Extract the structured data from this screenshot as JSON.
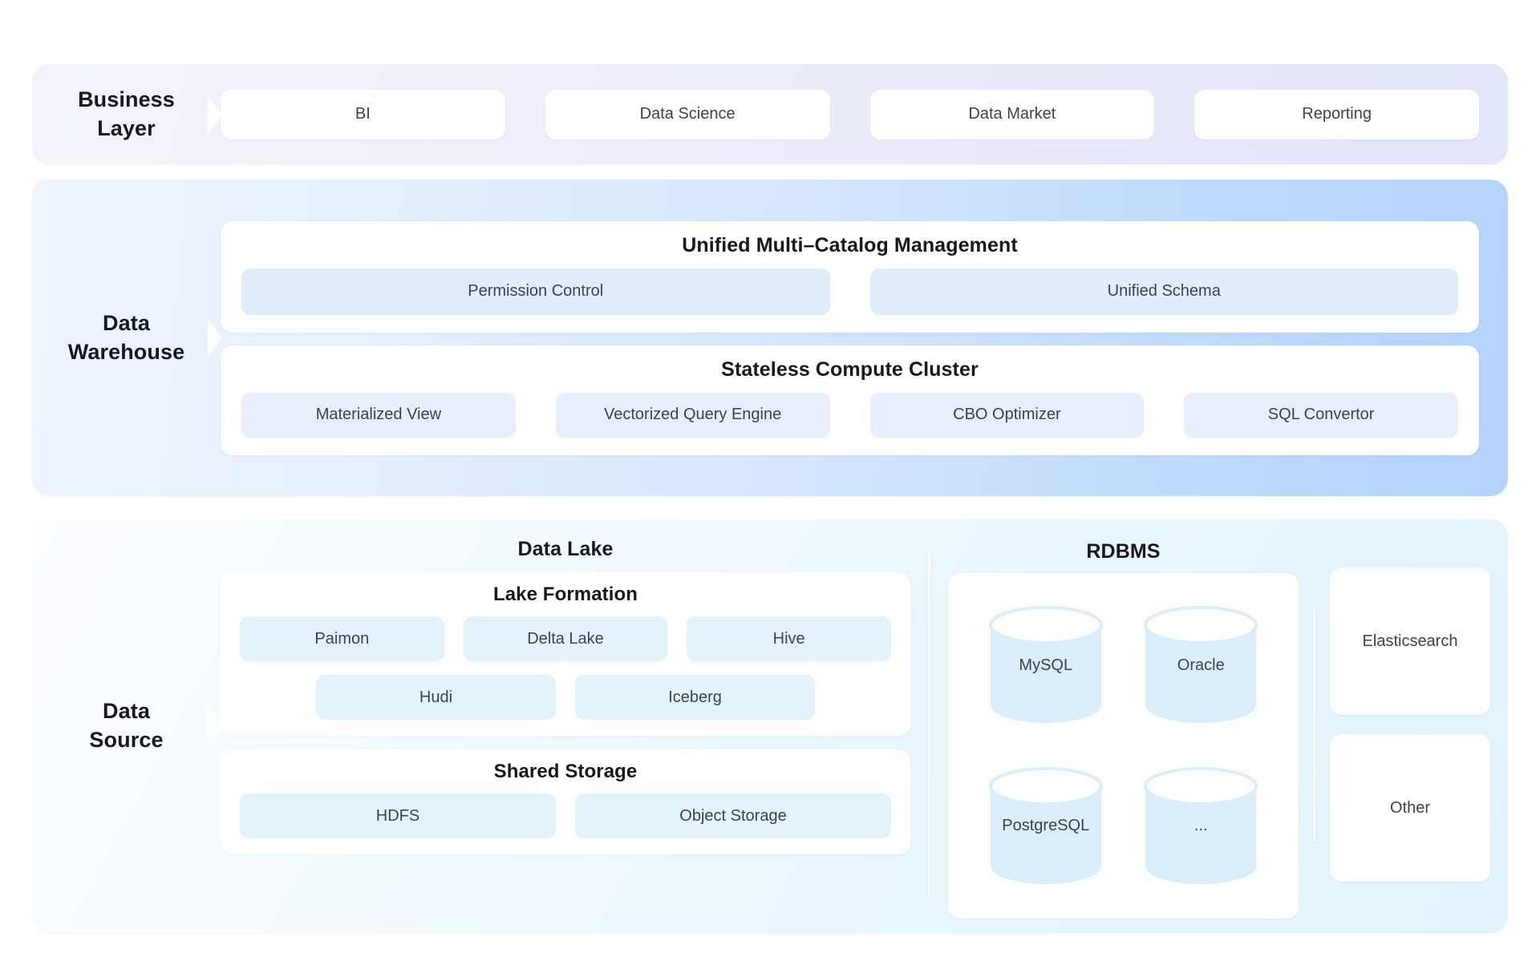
{
  "diagram": {
    "layers": [
      {
        "id": "business",
        "label_line1": "Business",
        "label_line2": "Layer",
        "cards": [
          "BI",
          "Data Science",
          "Data Market",
          "Reporting"
        ]
      },
      {
        "id": "warehouse",
        "label_line1": "Data",
        "label_line2": "Warehouse",
        "panels": [
          {
            "title": "Unified Multi–Catalog Management",
            "chips": [
              "Permission Control",
              "Unified Schema"
            ]
          },
          {
            "title": "Stateless Compute Cluster",
            "chips": [
              "Materialized View",
              "Vectorized Query Engine",
              "CBO Optimizer",
              "SQL Convertor"
            ]
          }
        ]
      },
      {
        "id": "source",
        "label_line1": "Data",
        "label_line2": "Source",
        "columns": {
          "data_lake": {
            "title": "Data Lake",
            "panels": [
              {
                "title": "Lake Formation",
                "row1": [
                  "Paimon",
                  "Delta Lake",
                  "Hive"
                ],
                "row2": [
                  "Hudi",
                  "Iceberg"
                ]
              },
              {
                "title": "Shared Storage",
                "row1": [
                  "HDFS",
                  "Object Storage"
                ]
              }
            ]
          },
          "rdbms": {
            "title": "RDBMS",
            "databases": [
              "MySQL",
              "Oracle",
              "PostgreSQL",
              "..."
            ]
          },
          "other": {
            "cards": [
              "Elasticsearch",
              "Other"
            ]
          }
        }
      }
    ]
  },
  "colors": {
    "business_gradient_start": "#f3f4fb",
    "business_gradient_end": "#e3e7fb",
    "warehouse_gradient_start": "#eef5fe",
    "warehouse_gradient_end": "#b4d4fb",
    "source_gradient_start": "#fbfdff",
    "source_gradient_end": "#e2f3fd",
    "chip_blue": "#e4eefb",
    "chip_cyan": "#e4f2fc",
    "cylinder_body": "#dbeefb",
    "text_dark": "#16181c",
    "text_body": "#3c4250",
    "card_white": "#ffffff"
  }
}
